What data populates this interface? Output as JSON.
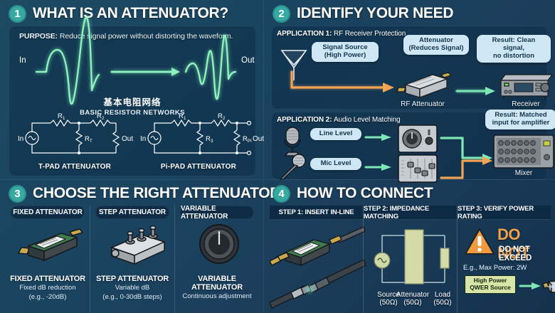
{
  "colors": {
    "bg_dark": "#15314c",
    "bg_light": "#1d4a63",
    "badge_teal": "#35a9a2",
    "wave_green": "#7ef0b5",
    "bubble_blue": "#cfe7f4",
    "orange": "#f3a04b",
    "olive": "#d4dba8"
  },
  "sections": {
    "s1": {
      "number": "1",
      "title": "WHAT IS AN ATTENUATOR?",
      "purpose_label": "PURPOSE:",
      "purpose_text": "Reduce signal power without distorting the waveform.",
      "in_label": "In",
      "out_label": "Out",
      "networks_title_cn": "基本电阻网络",
      "networks_title_en": "BASIC RESISTOR NETWORKS",
      "tpad": {
        "name": "T-PAD ATTENUATOR",
        "in_label": "In",
        "out_label": "Out",
        "r1": "R",
        "r1_sub": "1",
        "r2": "R",
        "r2_sub": "2",
        "rt": "R",
        "rt_sub": "T"
      },
      "pipad": {
        "name": "Pi-PAD ATTENUATOR",
        "in_label": "In",
        "out_label": "Out",
        "r1": "R",
        "r1_sub": "1",
        "r2": "R",
        "r2_sub": "2",
        "r3": "R",
        "r3_sub": "3",
        "rpi": "R",
        "rpi_sub": "Pi"
      }
    },
    "s2": {
      "number": "2",
      "title": "IDENTIFY YOUR NEED",
      "app1": {
        "label": "APPLICATION 1:",
        "text": "RF Receiver Protection",
        "bubble_source": "Signal Source\n(High Power)",
        "bubble_source_l1": "Signal Source",
        "bubble_source_l2": "(High Power)",
        "bubble_atten_l1": "Attenuator",
        "bubble_atten_l2": "(Reduces Signal)",
        "bubble_result_l1": "Result: Clean signal,",
        "bubble_result_l2": "no distortion",
        "device_label": "RF Attenuator",
        "receiver_label": "Receiver"
      },
      "app2": {
        "label": "APPLICATION 2:",
        "text": "Audio Level Matching",
        "bubble_line": "Line Level",
        "bubble_mic": "Mic Level",
        "bubble_result_l1": "Result: Matched",
        "bubble_result_l2": "input for amplifier",
        "mixer_label": "Mixer"
      }
    },
    "s3": {
      "number": "3",
      "title": "CHOOSE THE RIGHT ATTENUATOR",
      "columns": [
        {
          "pill": "FIXED ATTENUATOR",
          "name": "FIXED ATTENUATOR",
          "desc_l1": "Fixed dB reduction",
          "desc_l2": "(e.g., -20dB)",
          "icon": "fixed-attenuator-icon"
        },
        {
          "pill": "STEP ATTENUATOR",
          "name": "STEP ATTENUATOR",
          "desc_l1": "Variable dB",
          "desc_l2": "(e.g., 0-30dB steps)",
          "icon": "step-attenuator-icon"
        },
        {
          "pill": "VARIABLE ATTENUATOR",
          "name": "VARIABLE ATTENUATOR",
          "desc_l1": "Continuous adjustment",
          "desc_l2": "",
          "icon": "variable-attenuator-knob-icon"
        }
      ]
    },
    "s4": {
      "number": "4",
      "title": "HOW TO CONNECT",
      "step1": {
        "header": "STEP 1: INSERT IN-LINE"
      },
      "step2": {
        "header": "STEP 2: IMPEDANCE MATCHING",
        "source_l1": "Source",
        "source_l2": "(50Ω)",
        "atten_l1": "Attenuator",
        "atten_l2": "(50Ω)",
        "load_l1": "Load",
        "load_l2": "(50Ω)"
      },
      "step3": {
        "header": "STEP 3: VERIFY POWER RATING",
        "donot": "DO NOT",
        "donot_sub": "DO NOT EXCEED",
        "maxpower": "E.g., Max Power: 2W",
        "hp_l1": "High Power",
        "hp_l2": "QWER Source"
      }
    }
  }
}
